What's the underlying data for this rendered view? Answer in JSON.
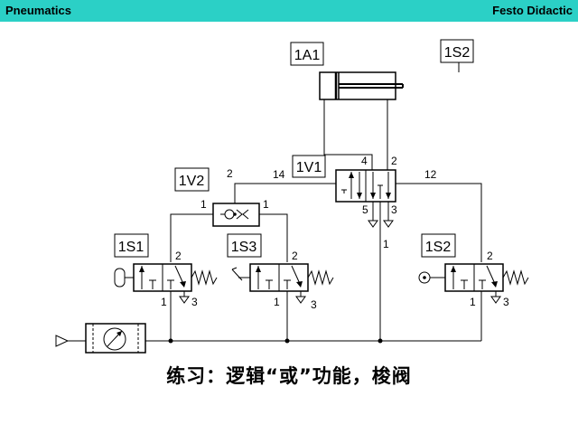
{
  "header": {
    "left": "Pneumatics",
    "right": "Festo Didactic",
    "background": "#2bd0c6"
  },
  "labels": {
    "cylinder": "1A1",
    "sensor_top": "1S2",
    "main_valve": "1V1",
    "or_valve": "1V2",
    "valve_s1": "1S1",
    "valve_s3": "1S3",
    "valve_s2": "1S2"
  },
  "ports": {
    "v1_4": "4",
    "v1_2": "2",
    "v1_14": "14",
    "v1_12": "12",
    "v1_5": "5",
    "v1_3": "3",
    "v1_1": "1",
    "v2_2": "2",
    "v2_1_left": "1",
    "v2_1_right": "1",
    "s1_2": "2",
    "s1_1": "1",
    "s1_3": "3",
    "s3_2": "2",
    "s3_1": "1",
    "s3_3": "3",
    "s2_2": "2",
    "s2_1": "1",
    "s2_3": "3"
  },
  "caption": "练习：逻辑“或”功能，梭阀"
}
